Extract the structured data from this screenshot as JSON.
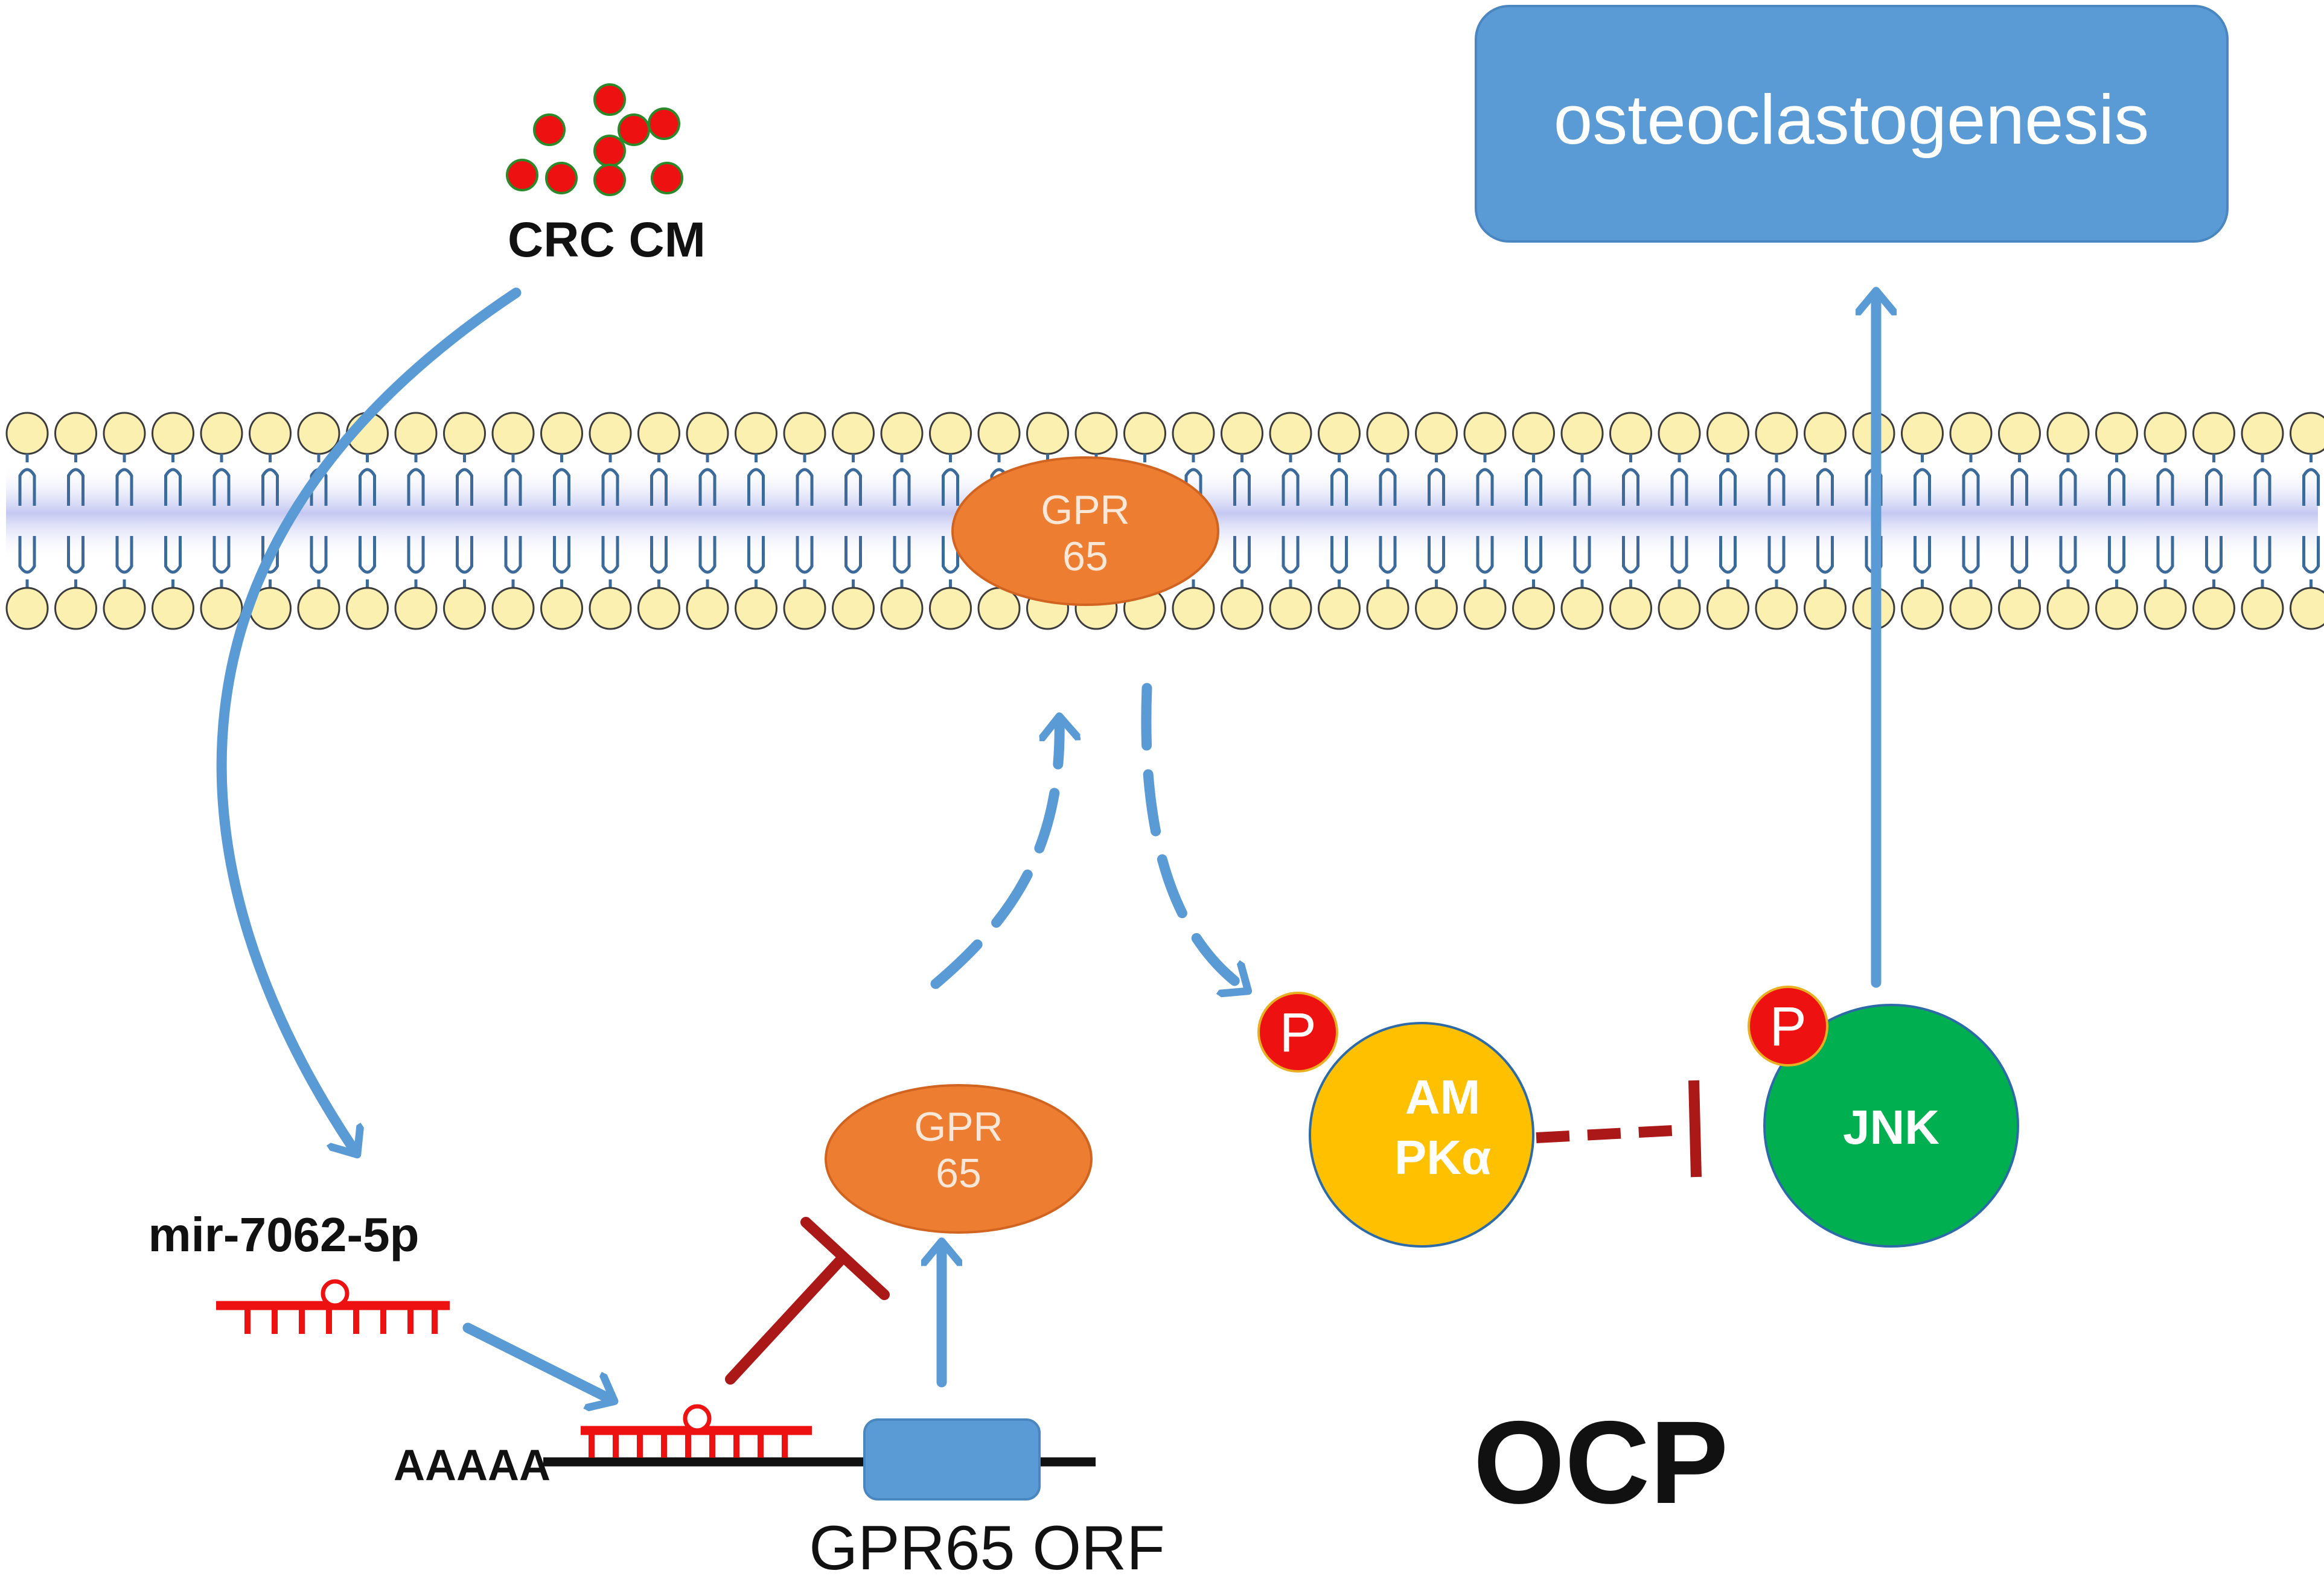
{
  "labels": {
    "crc_cm": "CRC CM",
    "osteoclastogenesis": "osteoclastogenesis",
    "gpr65_membrane_line1": "GPR",
    "gpr65_membrane_line2": "65",
    "gpr65_cyto_line1": "GPR",
    "gpr65_cyto_line2": "65",
    "ampk_line1": "AM",
    "ampk_line2": "PKα",
    "jnk": "JNK",
    "phospho_ampk": "P",
    "phospho_jnk": "P",
    "mirna": "mir-7062-5p",
    "polya": "AAAAA",
    "orf": "GPR65 ORF",
    "cell_type": "OCP"
  },
  "colors": {
    "arrow_blue": "#5b9bd5",
    "inhibit_red": "#aa1818",
    "gpr65_orange": "#ed7d31",
    "ampk_yellow": "#ffc000",
    "jnk_green": "#00b050",
    "phospho_red": "#ee1111",
    "mirna_red": "#ee1111",
    "outcome_box_blue": "#5b9bd5",
    "lipid_head_yellow": "#fbf0b0",
    "membrane_band": "#c9cdf3"
  }
}
